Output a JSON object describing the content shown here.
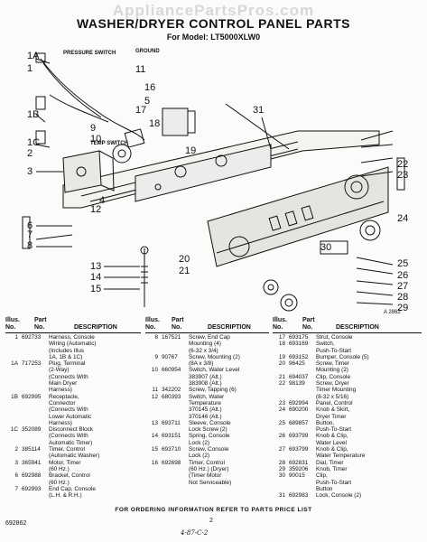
{
  "header": {
    "watermark": "AppliancePartsPros.com",
    "title": "WASHER/DRYER CONTROL PANEL PARTS",
    "subtitle": "For Model: LT5000XLW0"
  },
  "diagram": {
    "labels": {
      "pressure_switch": "PRESSURE SWITCH",
      "ground": "GROUND",
      "temp_switch": "TEMP SWITCH"
    },
    "callouts": [
      "1A",
      "1",
      "1B",
      "1C",
      "2",
      "3",
      "4",
      "5",
      "6",
      "7",
      "8",
      "9",
      "10",
      "11",
      "12",
      "13",
      "14",
      "15",
      "16",
      "17",
      "18",
      "19",
      "20",
      "21",
      "22",
      "23",
      "24",
      "25",
      "26",
      "27",
      "28",
      "29",
      "30",
      "31"
    ],
    "ref": "A 2862"
  },
  "parts_table": {
    "headers": {
      "illus": "Illus.",
      "no": "No.",
      "part": "Part",
      "pno": "No.",
      "description": "DESCRIPTION"
    },
    "columns": [
      [
        {
          "no": "1",
          "part": "692733",
          "desc": [
            "Harness, Console",
            "Wiring (Automatic)",
            "(Includes Illus",
            "1A, 1B & 1C)"
          ]
        },
        {
          "no": "1A",
          "part": "717253",
          "desc": [
            "Plug, Terminal",
            "(2-Way)",
            "(Connects With",
            "Main Dryer",
            "Harness)"
          ]
        },
        {
          "no": "1B",
          "part": "692995",
          "desc": [
            "Receptacle,",
            "Connector",
            "(Connects With",
            "Lower Automatic",
            "Harness)"
          ]
        },
        {
          "no": "1C",
          "part": "352089",
          "desc": [
            "Disconnect Block",
            "(Connects With",
            "Automatic Timer)"
          ]
        },
        {
          "no": "2",
          "part": "385114",
          "desc": [
            "Timer, Control",
            "(Automatic Washer)"
          ]
        },
        {
          "no": "3",
          "part": "365941",
          "desc": [
            "Motor, Timer",
            "(60 Hz.)"
          ]
        },
        {
          "no": "6",
          "part": "692988",
          "desc": [
            "Bracket, Control",
            "(60 Hz.)"
          ]
        },
        {
          "no": "7",
          "part": "692993",
          "desc": [
            "End Cap, Console",
            "(L.H. & R.H.)"
          ]
        }
      ],
      [
        {
          "no": "8",
          "part": "167521",
          "desc": [
            "Screw, End Cap",
            "Mounting (4)",
            "(6-32 x 3/4)"
          ]
        },
        {
          "no": "9",
          "part": "90767",
          "desc": [
            "Screw, Mounting (2)",
            "(8A x 3/8)"
          ]
        },
        {
          "no": "10",
          "part": "660954",
          "desc": [
            "Switch, Water Level",
            "383907 (Alt.)",
            "383908 (Alt.)"
          ]
        },
        {
          "no": "11",
          "part": "342202",
          "desc": [
            "Screw, Tapping (6)"
          ]
        },
        {
          "no": "12",
          "part": "680393",
          "desc": [
            "Switch, Water",
            "Temperature",
            "370145 (Alt.)",
            "370146 (Alt.)"
          ]
        },
        {
          "no": "13",
          "part": "693711",
          "desc": [
            "Sleeve, Console",
            "Lock Screw (2)"
          ]
        },
        {
          "no": "14",
          "part": "693151",
          "desc": [
            "Spring, Console",
            "Lock (2)"
          ]
        },
        {
          "no": "15",
          "part": "693710",
          "desc": [
            "Screw, Console",
            "Lock (2)"
          ]
        },
        {
          "no": "16",
          "part": "692698",
          "desc": [
            "Timer, Control",
            "(60 Hz.) (Dryer)",
            "(Timer Motor",
            "Not Serviceable)"
          ]
        }
      ],
      [
        {
          "no": "17",
          "part": "693175",
          "desc": [
            "Strut, Console"
          ]
        },
        {
          "no": "18",
          "part": "693169",
          "desc": [
            "Switch,",
            "Push-To-Start"
          ]
        },
        {
          "no": "19",
          "part": "693152",
          "desc": [
            "Bumper, Console (5)"
          ]
        },
        {
          "no": "20",
          "part": "96425",
          "desc": [
            "Screw, Timer",
            "Mounting (2)"
          ]
        },
        {
          "no": "21",
          "part": "694037",
          "desc": [
            "Clip, Console"
          ]
        },
        {
          "no": "22",
          "part": "98139",
          "desc": [
            "Screw, Dryer",
            "Timer Mounting",
            "(8-32 x 5/16)"
          ]
        },
        {
          "no": "23",
          "part": "692994",
          "desc": [
            "Panel, Control"
          ]
        },
        {
          "no": "24",
          "part": "690200",
          "desc": [
            "Knob & Skirt,",
            "Dryer Timer"
          ]
        },
        {
          "no": "25",
          "part": "689857",
          "desc": [
            "Button,",
            "Push-To-Start"
          ]
        },
        {
          "no": "26",
          "part": "693799",
          "desc": [
            "Knob & Clip,",
            "Water Level"
          ]
        },
        {
          "no": "27",
          "part": "693799",
          "desc": [
            "Knob & Clip,",
            "Water Temperature"
          ]
        },
        {
          "no": "28",
          "part": "692831",
          "desc": [
            "Dial, Timer"
          ]
        },
        {
          "no": "29",
          "part": "359206",
          "desc": [
            "Knob, Timer"
          ]
        },
        {
          "no": "30",
          "part": "90015",
          "desc": [
            "Clip,",
            "Push-To-Start",
            "Button"
          ]
        },
        {
          "no": "31",
          "part": "692983",
          "desc": [
            "Lock, Console (2)"
          ]
        }
      ]
    ]
  },
  "footer": {
    "notice": "FOR ORDERING INFORMATION REFER TO PARTS PRICE LIST",
    "page": "2",
    "doc_code": "692862",
    "handwritten": "4-87-C-2"
  }
}
